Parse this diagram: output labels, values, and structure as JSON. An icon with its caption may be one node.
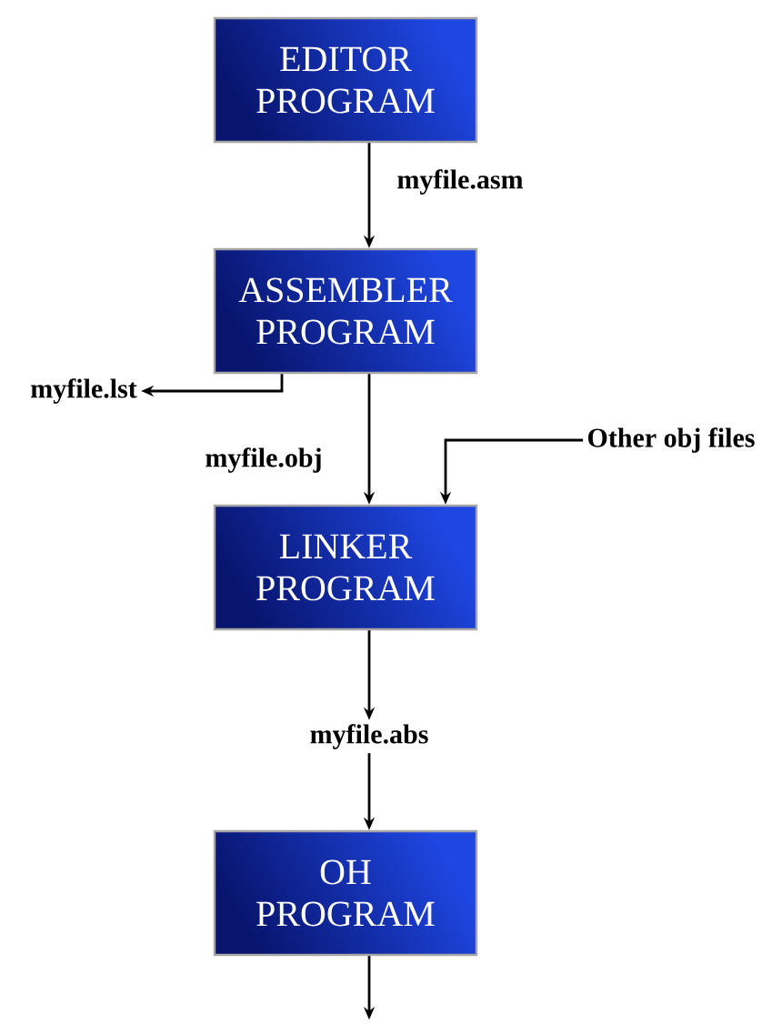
{
  "diagram": {
    "nodes": [
      {
        "text": [
          "EDITOR PROGRAM"
        ]
      },
      {
        "text": [
          "ASSEMBLER PROGRAM"
        ]
      },
      {
        "text": [
          "myfile.lst"
        ]
      },
      {
        "text": [
          "Other obj files"
        ]
      },
      {
        "text": [
          "LINKER PROGRAM"
        ]
      },
      {
        "text": [
          "myfile.abs"
        ]
      },
      {
        "text": [
          "OH PROGRAM"
        ]
      }
    ],
    "edges": [
      {
        "from": 0,
        "to": 1,
        "arrow": "to",
        "label": "myfile.asm"
      },
      {
        "from": 1,
        "to": 2,
        "arrow": "to"
      },
      {
        "from": 1,
        "to": 4,
        "arrow": "to",
        "label": "myfile.obj"
      },
      {
        "from": 3,
        "to": 4,
        "arrow": "to"
      },
      {
        "from": 4,
        "to": 5,
        "arrow": "to"
      },
      {
        "from": 5,
        "to": 6,
        "arrow": "to"
      },
      {
        "from": 6,
        "to": null,
        "arrow": "to"
      }
    ]
  }
}
